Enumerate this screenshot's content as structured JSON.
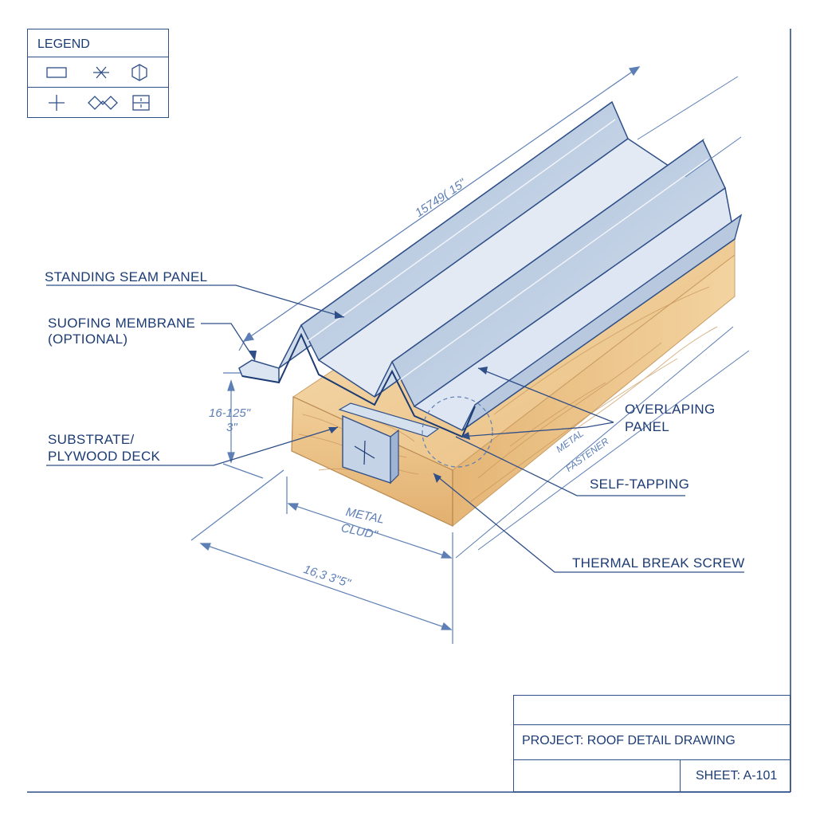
{
  "legend": {
    "title": "LEGEND"
  },
  "labels": {
    "standing_seam_panel": "STANDING SEAM PANEL",
    "roofing_membrane_line1": "SUOFING MEMBRANE",
    "roofing_membrane_line2": "(OPTIONAL)",
    "substrate_line1": "SUBSTRATE/",
    "substrate_line2": "PLYWOOD DECK",
    "overlapping_line1": "OVERLAPING",
    "overlapping_line2": "PANEL",
    "self_tapping": "SELF-TAPPING",
    "thermal_break_screw": "THERMAL BREAK SCREW",
    "metal_fastener_line1": "METAL",
    "metal_fastener_line2": "FASTENER",
    "metal_clip_line1": "METAL",
    "metal_clip_line2": "CLUD\""
  },
  "dimensions": {
    "length": "15749( 15\"",
    "height_line1": "16-125\"",
    "height_line2": "3\"",
    "width": "16,3 3\"5\""
  },
  "title_block": {
    "project": "PROJECT: ROOF DETAIL DRAWING",
    "sheet": "SHEET: A-101"
  },
  "colors": {
    "ink": "#1d3c74",
    "line": "#2f4f88",
    "dim": "#5d7fb5",
    "metal_light": "#e6edf6",
    "metal_mid": "#b9c9de",
    "metal_dark": "#8ea5c6",
    "wood_light": "#f2d3a3",
    "wood_dark": "#d9a868"
  }
}
